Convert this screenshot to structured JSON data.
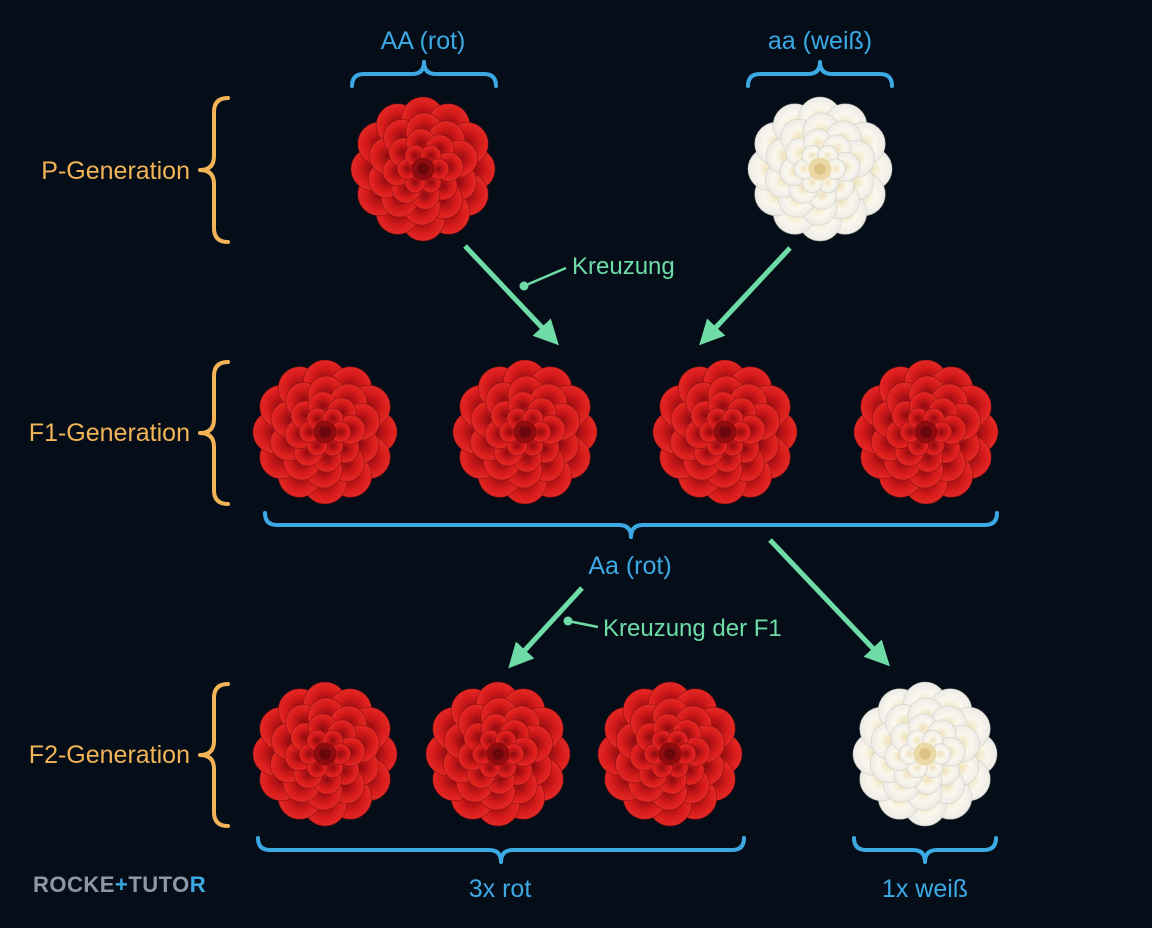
{
  "colors": {
    "background": "#050e18",
    "generation_label": "#f2b457",
    "genotype_label": "#3da9e4",
    "cross_arrow": "#6fdca8",
    "red_flower": "#d81b1b",
    "white_flower": "#f4f1e8",
    "logo": "#8d98a6",
    "logo_accent": "#3da9e4"
  },
  "generations": {
    "p": "P-Generation",
    "f1": "F1-Generation",
    "f2": "F2-Generation"
  },
  "genotypes": {
    "p_red": "AA (rot)",
    "p_white": "aa (weiß)",
    "f1": "Aa (rot)",
    "f2_red": "3x rot",
    "f2_white": "1x weiß"
  },
  "crosses": {
    "first": "Kreuzung",
    "second": "Kreuzung der F1"
  },
  "flowers": {
    "p": [
      "red-flower-icon",
      "white-flower-icon"
    ],
    "f1": [
      "red-flower-icon",
      "red-flower-icon",
      "red-flower-icon",
      "red-flower-icon"
    ],
    "f2": [
      "red-flower-icon",
      "red-flower-icon",
      "red-flower-icon",
      "white-flower-icon"
    ]
  },
  "logo": {
    "part1": "ROCKE",
    "plus": "+",
    "part2": "TUTO",
    "part3": "R"
  }
}
